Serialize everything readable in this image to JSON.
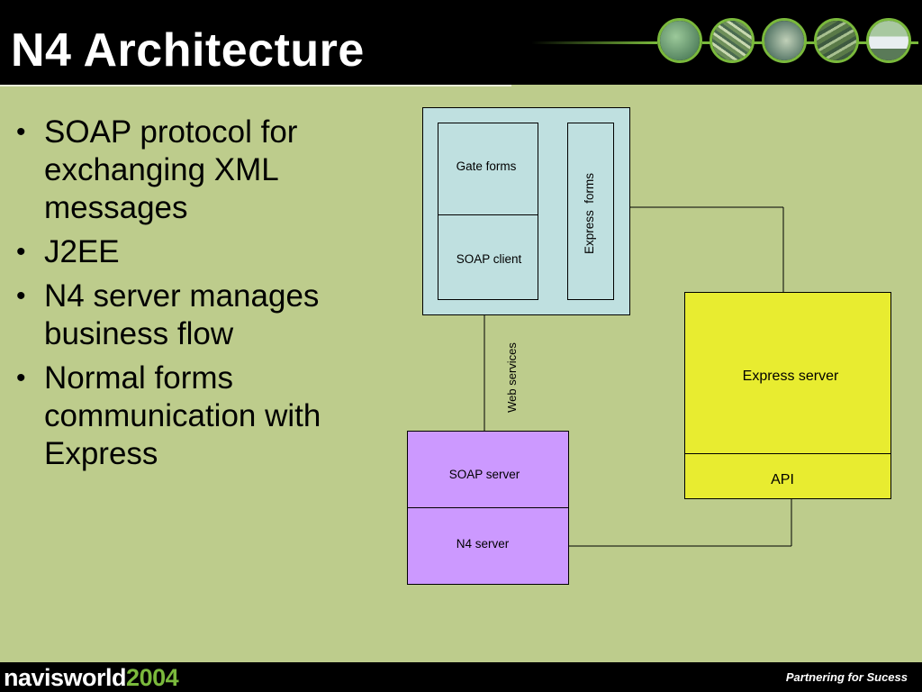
{
  "slide": {
    "title": "N4 Architecture",
    "bullets": [
      "SOAP protocol for exchanging XML messages",
      "J2EE",
      "N4 server manages business flow",
      "Normal forms communication with Express"
    ]
  },
  "diagram": {
    "gate_forms": "Gate forms",
    "soap_client": "SOAP client",
    "express_forms": "Express  forms",
    "web_services": "Web services",
    "soap_server": "SOAP server",
    "n4_server": "N4 server",
    "express_server": "Express server",
    "api": "API"
  },
  "footer": {
    "logo_brand": "navisworld",
    "logo_year": "2004",
    "tagline": "Partnering for Sucess"
  },
  "colors": {
    "background": "#bdcc8c",
    "client_box": "#bfe0e0",
    "server_box": "#cc99ff",
    "express_box": "#e8ec30",
    "accent_green": "#7ab93c"
  }
}
